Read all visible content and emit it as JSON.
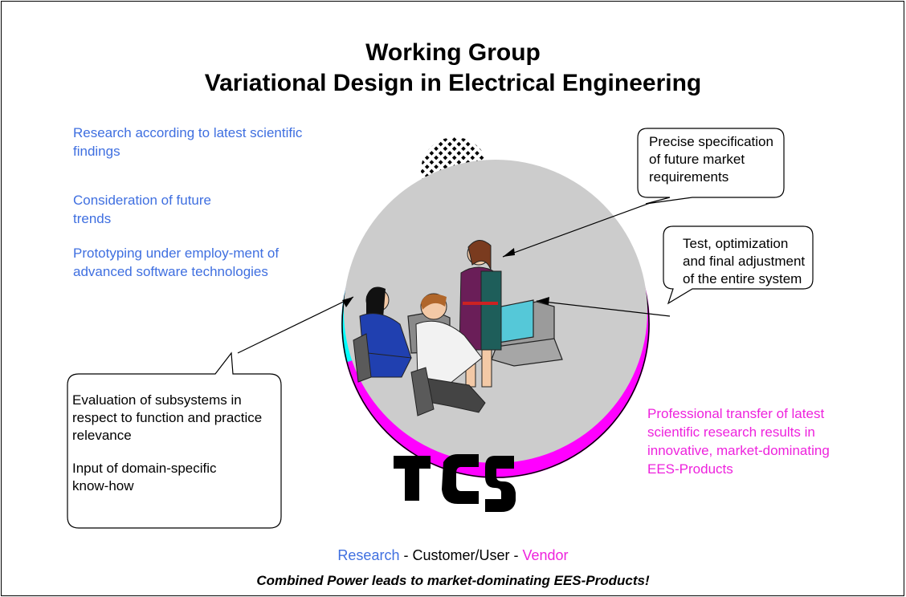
{
  "title": {
    "line1": "Working Group",
    "line2": "Variational Design in Electrical Engineering"
  },
  "left_notes": {
    "research": "Research according to latest scientific findings",
    "trends": "Consideration of future trends",
    "prototyping": "Prototyping under employ-ment of advanced software technologies"
  },
  "callouts": {
    "specification": "Precise specification of future market requirements",
    "test": "Test, optimization and final adjustment of the entire system",
    "evaluation": "Evaluation of subsystems in respect to function and practice relevance",
    "input": "Input of domain-specific know-how"
  },
  "right_note": "Professional transfer of latest scientific research results in innovative, market-dominating EES-Products",
  "logo": "TCS",
  "footer": {
    "research": "Research",
    "sep1": " - ",
    "customer": "Customer/User",
    "sep2": " - ",
    "vendor": "Vendor",
    "slogan": "Combined Power leads to market-dominating EES-Products!"
  },
  "colors": {
    "cyan": "#00ffff",
    "magenta": "#ff00ff",
    "research_blue": "#3f6fe0",
    "vendor_magenta": "#ee22dd",
    "inner_gray": "#cccccc"
  }
}
